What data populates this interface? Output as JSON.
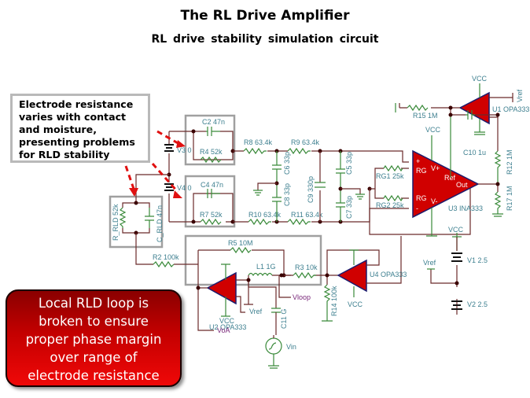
{
  "slide": {
    "title": "The RL Drive Amplifier",
    "subtitle": "RL drive stability  simulation  circuit"
  },
  "callouts": {
    "electrode_note": "Electrode resistance\nvaries with contact\nand moisture,\npresenting problems\nfor RLD stability",
    "loop_note": "Local RLD loop is\nbroken to ensure\nproper phase margin\nover range of\nelectrode resistance"
  },
  "colors": {
    "opamp_fill": "#d00000",
    "wire": "#6b2a2a",
    "component": "#3a8a3a",
    "label": "#3d7f8f",
    "net_label": "#7b2a7b",
    "arrow": "#e01010",
    "note_bg": "#c40000"
  },
  "components": {
    "c2": "C2 47n",
    "r4": "R4 52k",
    "c4": "C4 47n",
    "r7": "R7 52k",
    "v3": "V3 0",
    "v4": "V4 0",
    "r_rld": "R_RLD 52k",
    "c_rld": "C_RLD 47n",
    "r8": "R8 63.4k",
    "r9": "R9 63.4k",
    "r10": "R10 63.4k",
    "r11": "R11 63.4k",
    "c6": "C6 33p",
    "c8": "C8 33p",
    "c9": "C9 330p",
    "c5": "C5 33p",
    "c7": "C7 33p",
    "rg1": "RG1 25k",
    "rg2": "RG2 25k",
    "r15": "R15 1M",
    "c10": "C10 1u",
    "r12": "R12 1M",
    "r17": "R17 1M",
    "r2": "R2 100k",
    "r5": "R5 10M",
    "l1": "L1 1G",
    "r3": "R3 10k",
    "r14": "R14 100k",
    "c11": "C11 G",
    "v1": "V1 2.5",
    "v2": "V2 2.5",
    "vin": "Vin"
  },
  "ics": {
    "u1": "U1 OPA333",
    "u2": "U2 OPA333",
    "u3": "U3 INA333",
    "u4": "U4 OPA333"
  },
  "ina_pins": {
    "plus": "+",
    "rg_top": "RG",
    "rg_bottom": "RG",
    "minus": "-",
    "vplus": "V+",
    "vminus": "V-",
    "ref": "Ref",
    "out": "Out"
  },
  "nets": {
    "vcc": "VCC",
    "vref": "Vref",
    "vloop": "Vloop",
    "voa": "VoA"
  }
}
